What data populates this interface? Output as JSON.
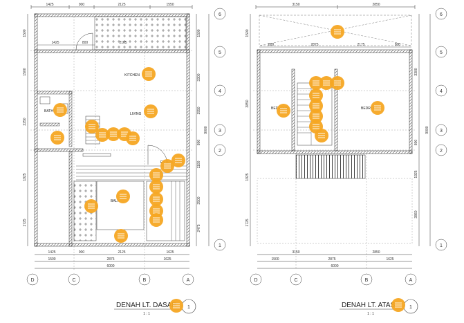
{
  "plans": [
    {
      "title": "DENAH LT. DASAR",
      "scale": "1 : 1",
      "sheet_no": "1",
      "top_dims": [
        "1425",
        "900",
        "2125",
        "1550"
      ],
      "inner_dims": [
        "1425",
        "800",
        "2165"
      ],
      "bottom_dims_row1": [
        "1425",
        "900",
        "2125",
        "1625"
      ],
      "bottom_dims_row2": [
        "1500",
        "2875",
        "1625"
      ],
      "bottom_total": "6000",
      "left_dims": [
        "1500",
        "1500",
        "2250",
        "1925",
        "1725"
      ],
      "right_dims": [
        "1500",
        "3300",
        "1550",
        "800",
        "1100",
        "3500",
        "2475"
      ],
      "right_total": "9000",
      "rooms": [
        "KITCHEN",
        "LIVING",
        "BATH",
        "ENTRY",
        "BALI"
      ],
      "grid_x": [
        "D",
        "C",
        "B",
        "A"
      ],
      "grid_y": [
        "6",
        "5",
        "4",
        "3",
        "2",
        "1"
      ]
    },
    {
      "title": "DENAH LT. ATAS",
      "scale": "1 : 1",
      "sheet_no": "1",
      "top_dims": [
        "3150",
        "2850"
      ],
      "inner_dims": [
        "800",
        "2875",
        "2175",
        "800"
      ],
      "bottom_dims_row1": [
        "3150",
        "2850"
      ],
      "bottom_dims_row2": [
        "1500",
        "2875",
        "1625"
      ],
      "bottom_total": "6000",
      "left_dims": [
        "1500",
        "3850",
        "1925",
        "1725"
      ],
      "right_dims": [
        "3300",
        "800",
        "1925",
        "3860"
      ],
      "right_total": "9000",
      "rooms": [
        "BEDROOM",
        "BEDROOM"
      ],
      "grid_x": [
        "D",
        "C",
        "B",
        "A"
      ],
      "grid_y": [
        "6",
        "5",
        "4",
        "3",
        "2",
        "1"
      ]
    }
  ],
  "markers": {
    "color": "#f5a623",
    "icon": "comment-marker-icon"
  },
  "colors": {
    "wall_hatch": "#555555",
    "lines": "#222222",
    "dash": "#777777"
  }
}
